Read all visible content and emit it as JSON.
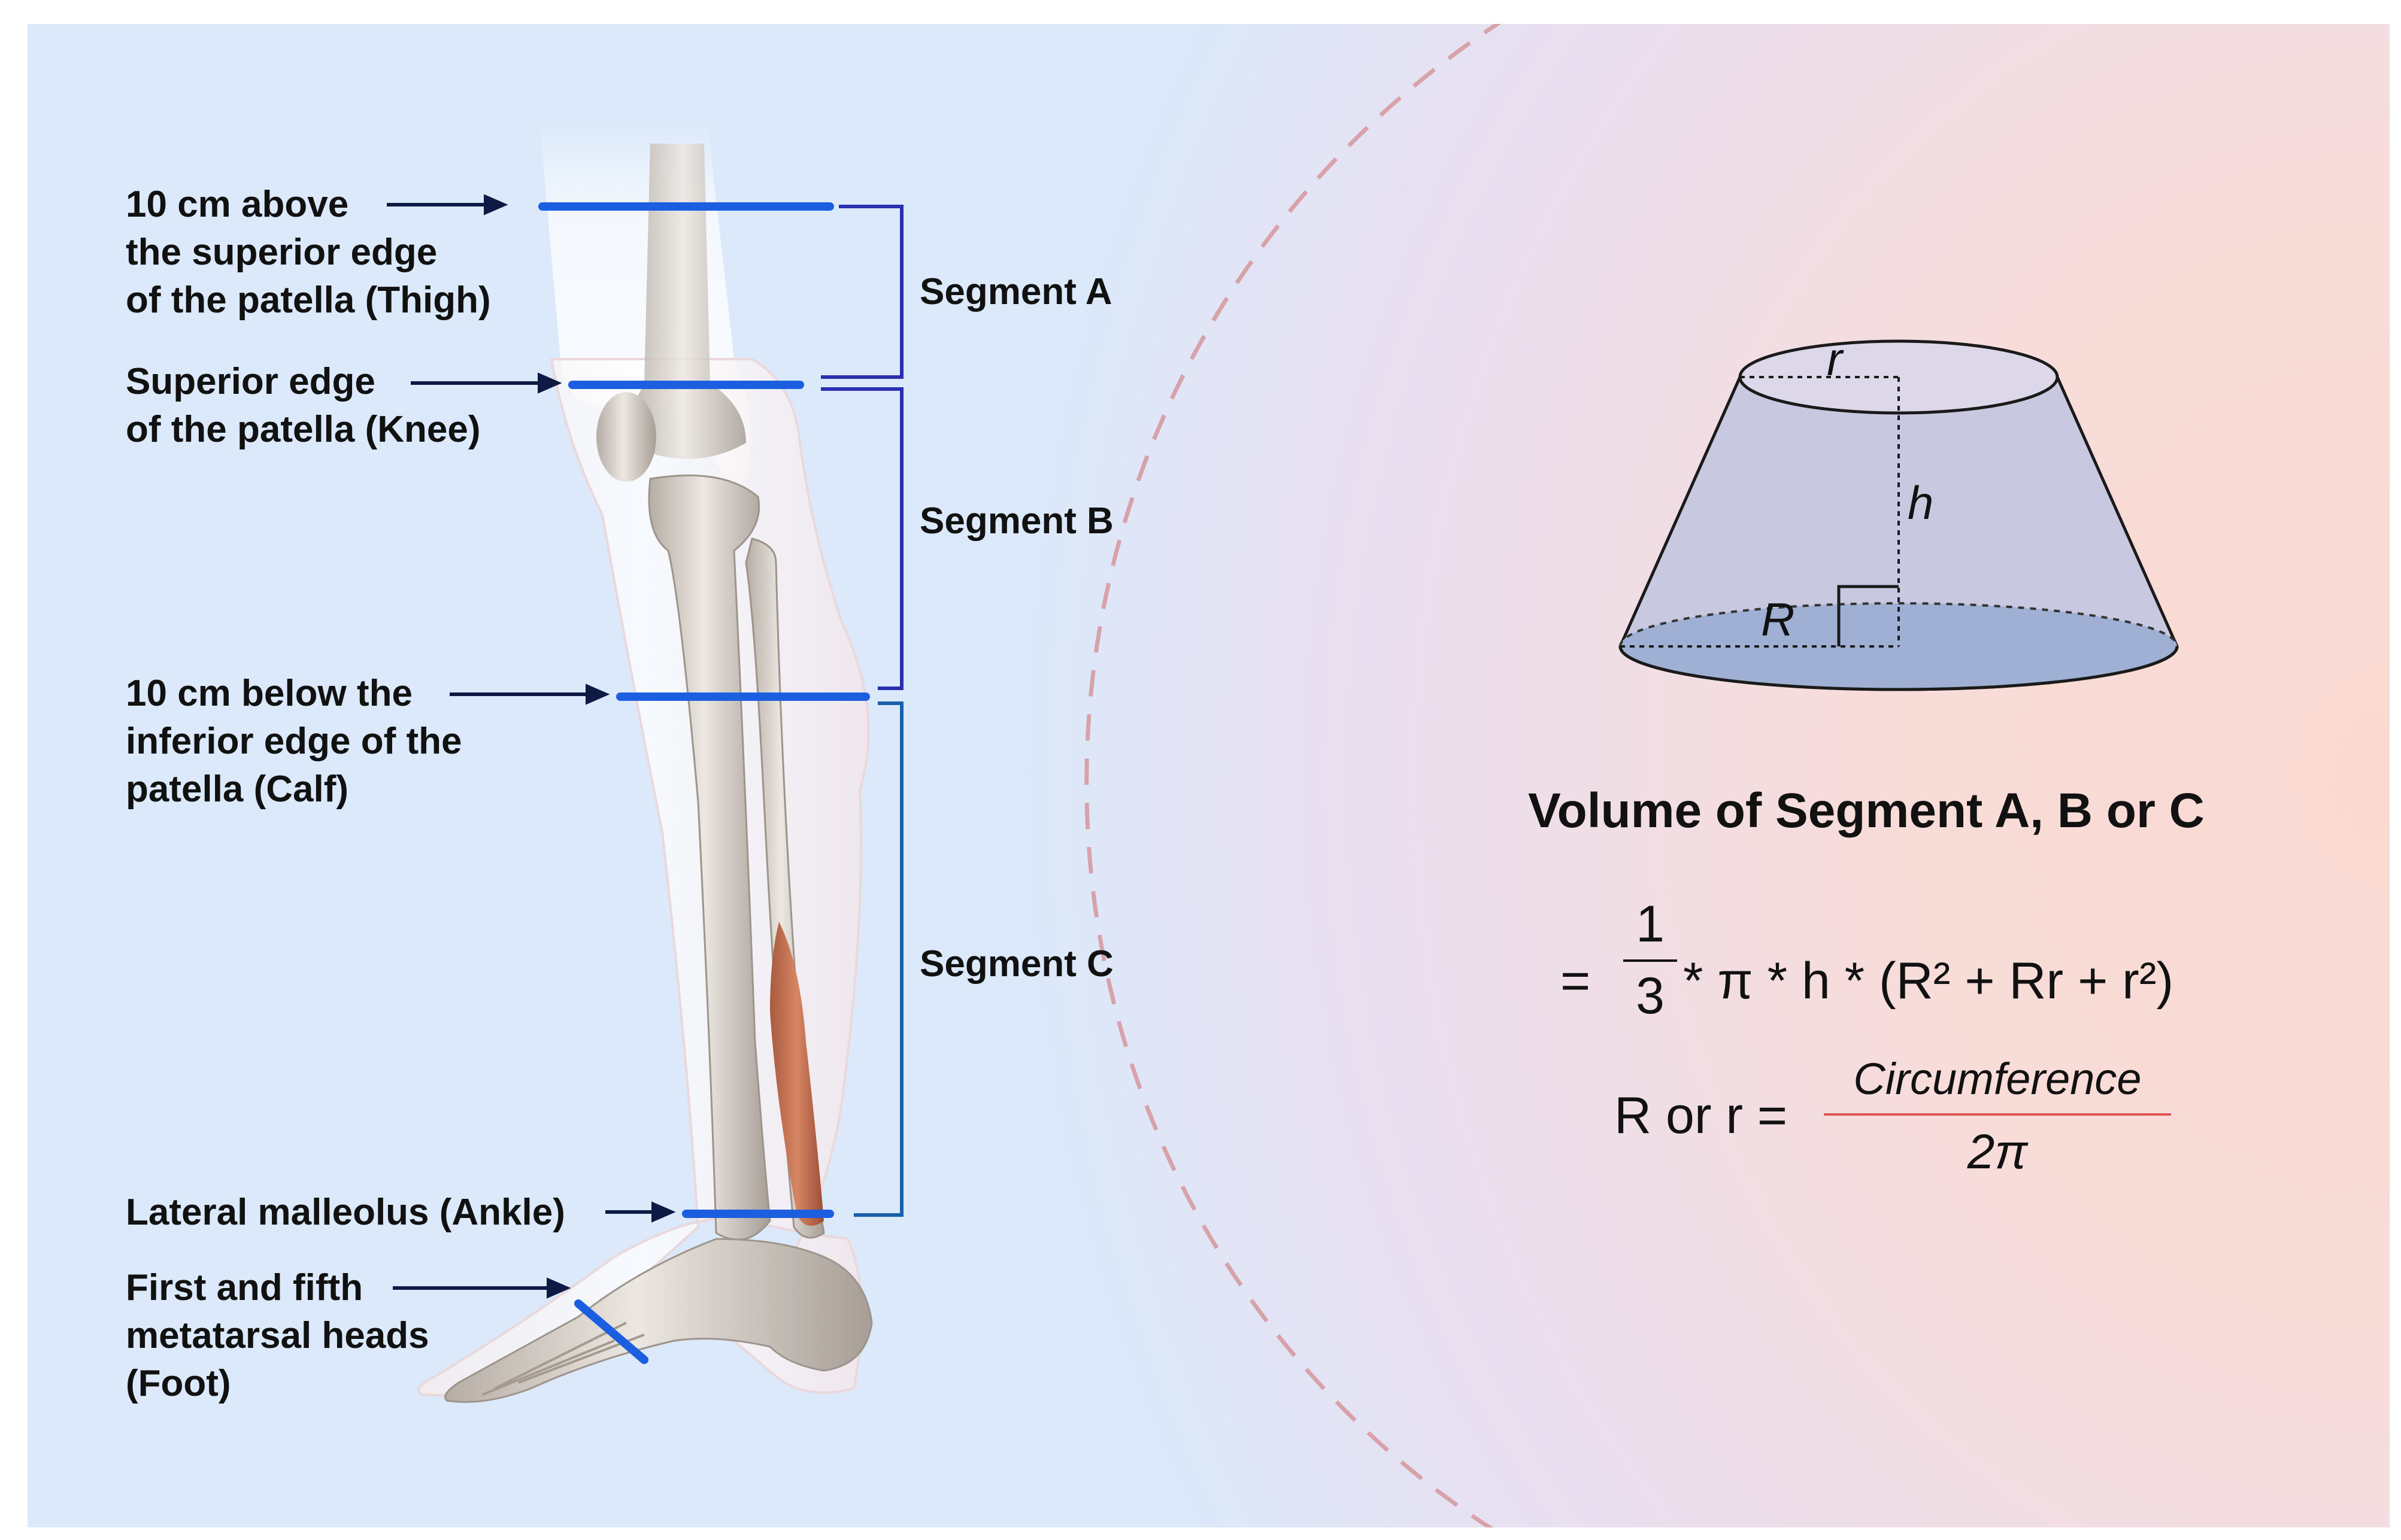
{
  "labels": {
    "thigh": [
      "10 cm above",
      "the superior edge",
      "of the patella (Thigh)"
    ],
    "knee": [
      "Superior edge",
      "of the patella (Knee)"
    ],
    "calf": [
      "10 cm below the",
      "inferior edge of the",
      "patella (Calf)"
    ],
    "ankle": "Lateral malleolus (Ankle)",
    "foot": [
      "First and fifth",
      "metatarsal heads",
      "(Foot)"
    ]
  },
  "segments": {
    "a": "Segment A",
    "b": "Segment B",
    "c": "Segment C"
  },
  "frustum": {
    "r_small": "r",
    "height": "h",
    "r_large": "R"
  },
  "volume": {
    "title": "Volume of Segment A, B or C",
    "equals": "=",
    "frac_num": "1",
    "frac_den": "3",
    "formula": "* π * h * (R² + Rr + r²)"
  },
  "radius": {
    "lhs": "R or r =",
    "numerator": "Circumference",
    "denominator": "2π"
  },
  "colors": {
    "measure_line": "#1b5fe0",
    "bracket_ab": "#2a2fb0",
    "bracket_c": "#1a5fa8",
    "arrow": "#0d1a44",
    "divider_dash": "#d7a2aa",
    "frustum_fill": "#c8c8e0",
    "base_fill": "#9fb0d4",
    "fraction_bar": "#e05555"
  }
}
